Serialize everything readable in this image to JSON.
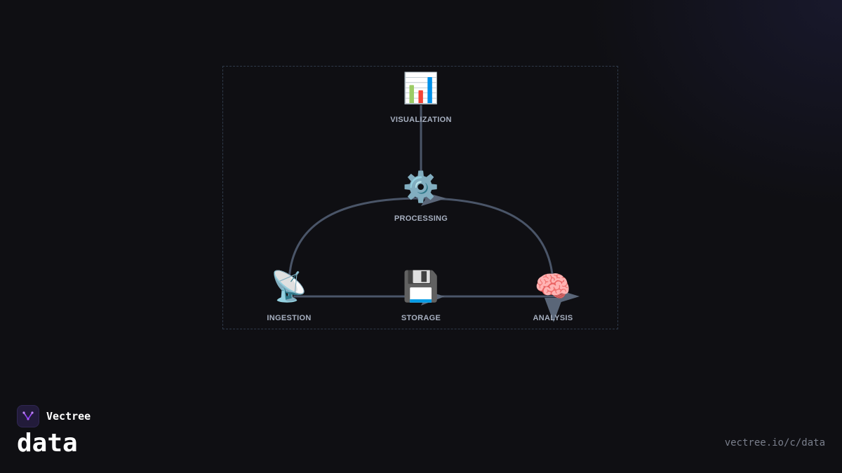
{
  "diagram": {
    "nodes": [
      {
        "id": "visualization",
        "icon": "bar-chart-icon",
        "glyph": "📊",
        "label": "VISUALIZATION"
      },
      {
        "id": "processing",
        "icon": "gear-icon",
        "glyph": "⚙️",
        "label": "PROCESSING"
      },
      {
        "id": "ingestion",
        "icon": "satellite-dish-icon",
        "glyph": "📡",
        "label": "INGESTION"
      },
      {
        "id": "storage",
        "icon": "floppy-disk-icon",
        "glyph": "💾",
        "label": "STORAGE"
      },
      {
        "id": "analysis",
        "icon": "brain-icon",
        "glyph": "🧠",
        "label": "ANALYSIS"
      }
    ],
    "edges": [
      {
        "from": "processing",
        "to": "visualization"
      },
      {
        "from": "ingestion",
        "to": "processing"
      },
      {
        "from": "processing",
        "to": "analysis"
      },
      {
        "from": "ingestion",
        "to": "storage"
      },
      {
        "from": "storage",
        "to": "analysis"
      }
    ],
    "colors": {
      "edge": "#4a5568",
      "arrow": "#5a6678",
      "frame": "#2f3a4a",
      "label": "#a7b0c0"
    }
  },
  "brand": {
    "name": "Vectree",
    "logo_icon": "vectree-logo-icon",
    "logo_color": "#a855f7",
    "title": "data"
  },
  "footer": {
    "url": "vectree.io/c/data"
  }
}
